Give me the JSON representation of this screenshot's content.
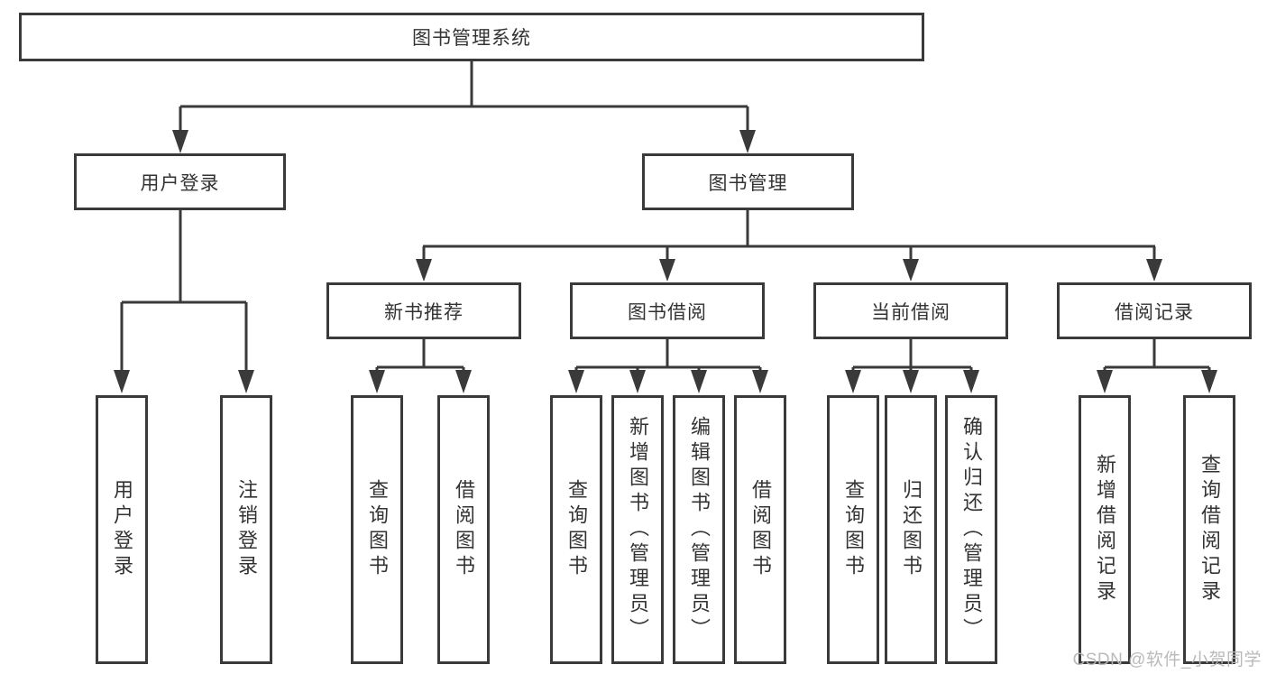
{
  "diagram": {
    "type": "tree-diagram",
    "colors": {
      "line": "#3a3a3a",
      "box_border": "#3a3a3a",
      "box_fill": "#ffffff",
      "text": "#333333",
      "background": "#ffffff",
      "watermark_text_color": "#b6b6b6"
    },
    "watermark": "CSDN @软件_小贺同学",
    "tree": {
      "label": "图书管理系统",
      "children": [
        {
          "label": "用户登录",
          "children": [
            {
              "label": "用户登录"
            },
            {
              "label": "注销登录"
            }
          ]
        },
        {
          "label": "图书管理",
          "children": [
            {
              "label": "新书推荐",
              "children": [
                {
                  "label": "查询图书"
                },
                {
                  "label": "借阅图书"
                }
              ]
            },
            {
              "label": "图书借阅",
              "children": [
                {
                  "label": "查询图书"
                },
                {
                  "label": "新增图书（管理员）"
                },
                {
                  "label": "编辑图书（管理员）"
                },
                {
                  "label": "借阅图书"
                }
              ]
            },
            {
              "label": "当前借阅",
              "children": [
                {
                  "label": "查询图书"
                },
                {
                  "label": "归还图书"
                },
                {
                  "label": "确认归还（管理员）"
                }
              ]
            },
            {
              "label": "借阅记录",
              "children": [
                {
                  "label": "新增借阅记录"
                },
                {
                  "label": "查询借阅记录"
                }
              ]
            }
          ]
        }
      ]
    }
  }
}
